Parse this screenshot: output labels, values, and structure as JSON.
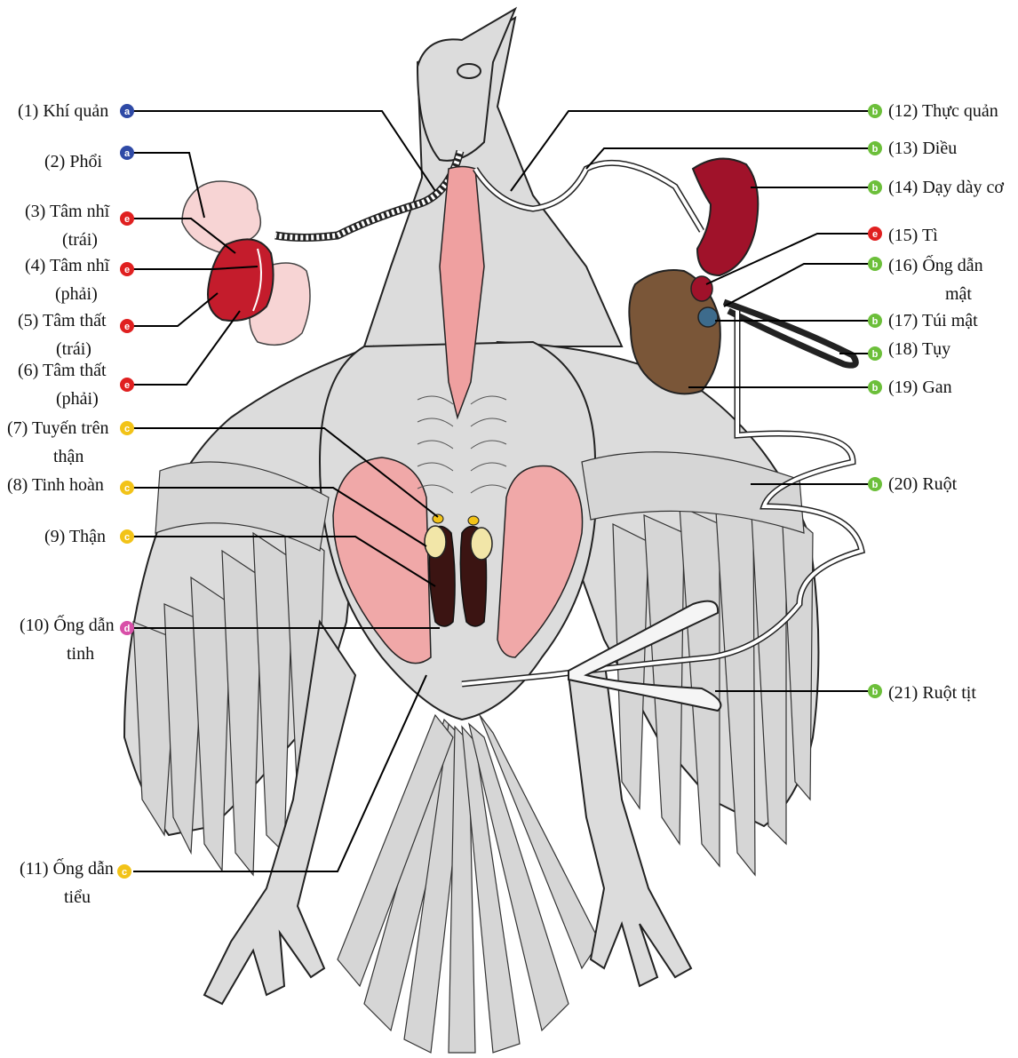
{
  "colors": {
    "a": "#2f4aa6",
    "b": "#6cbf3a",
    "c": "#f2c318",
    "d": "#d84fa8",
    "e": "#e02020",
    "heart": "#c41c2c",
    "lung": "#f7d4d4",
    "gizzard": "#a0122a",
    "liver": "#7a5638",
    "gall": "#3d6b8c",
    "esophagus": "#efa0a0",
    "testis": "#f0a8a8",
    "kidney": "#3b1412",
    "adrenal": "#f2e6a8",
    "body": "#dcdcdc"
  },
  "labels": [
    {
      "id": "L1",
      "text": "(1) Khí quản",
      "group": "a"
    },
    {
      "id": "L2",
      "text": "(2) Phổi",
      "group": "a"
    },
    {
      "id": "L3",
      "text": "(3) Tâm nhĩ",
      "text2": "(trái)",
      "group": "e"
    },
    {
      "id": "L4",
      "text": "(4) Tâm nhĩ",
      "text2": "(phải)",
      "group": "e"
    },
    {
      "id": "L5",
      "text": "(5) Tâm thất",
      "text2": "(trái)",
      "group": "e"
    },
    {
      "id": "L6",
      "text": "(6) Tâm thất",
      "text2": "(phải)",
      "group": "e"
    },
    {
      "id": "L7",
      "text": "(7) Tuyến trên",
      "text2": "thận",
      "group": "c"
    },
    {
      "id": "L8",
      "text": "(8) Tinh hoàn",
      "group": "c"
    },
    {
      "id": "L9",
      "text": "(9) Thận",
      "group": "c"
    },
    {
      "id": "L10",
      "text": "(10) Ống dẫn",
      "text2": "tinh",
      "group": "d"
    },
    {
      "id": "L11",
      "text": "(11) Ống dẫn",
      "text2": "tiểu",
      "group": "c"
    },
    {
      "id": "L12",
      "text": "(12) Thực quản",
      "group": "b"
    },
    {
      "id": "L13",
      "text": "(13) Diều",
      "group": "b"
    },
    {
      "id": "L14",
      "text": "(14) Dạy dày cơ",
      "group": "b"
    },
    {
      "id": "L15",
      "text": "(15) Tì",
      "group": "e"
    },
    {
      "id": "L16",
      "text": "(16) Ống dẫn",
      "text2": "mật",
      "group": "b"
    },
    {
      "id": "L17",
      "text": "(17) Túi mật",
      "group": "b"
    },
    {
      "id": "L18",
      "text": "(18) Tụy",
      "group": "b"
    },
    {
      "id": "L19",
      "text": "(19) Gan",
      "group": "b"
    },
    {
      "id": "L20",
      "text": "(20) Ruột",
      "group": "b"
    },
    {
      "id": "L21",
      "text": "(21) Ruột tịt",
      "group": "b"
    }
  ]
}
